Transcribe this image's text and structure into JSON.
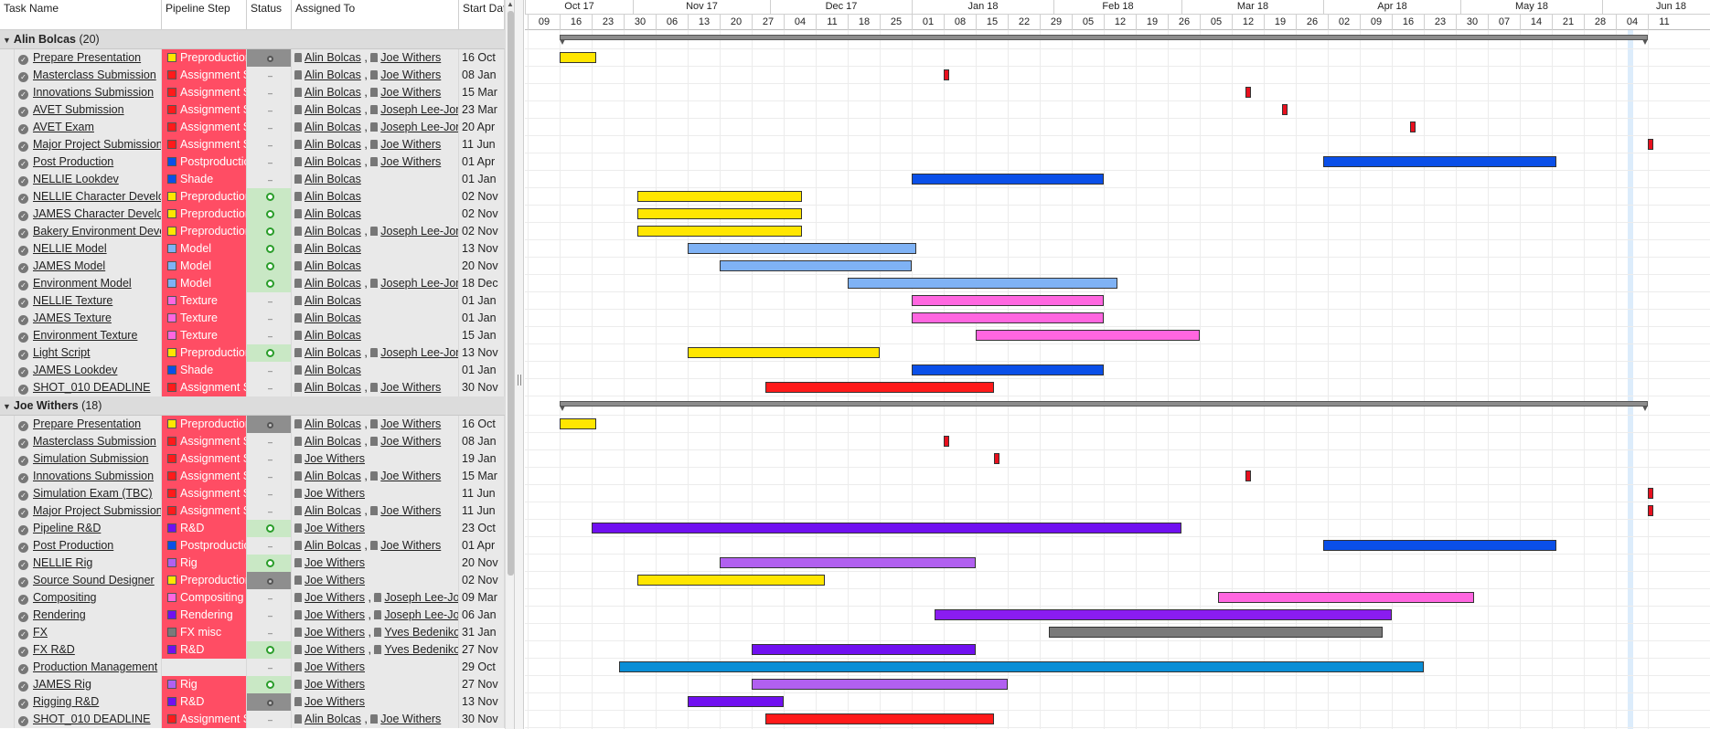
{
  "columns": {
    "task": "Task Name",
    "step": "Pipeline Step",
    "status": "Status",
    "assigned": "Assigned To",
    "start": "Start Date"
  },
  "timeline": {
    "months": [
      "Oct 17",
      "Nov 17",
      "Dec 17",
      "Jan 18",
      "Feb 18",
      "Mar 18",
      "Apr 18",
      "May 18",
      "Jun 18"
    ],
    "weeks": [
      "09",
      "16",
      "23",
      "30",
      "06",
      "13",
      "20",
      "27",
      "04",
      "11",
      "18",
      "25",
      "01",
      "08",
      "15",
      "22",
      "29",
      "05",
      "12",
      "19",
      "26",
      "05",
      "12",
      "19",
      "26",
      "02",
      "09",
      "16",
      "23",
      "30",
      "07",
      "14",
      "21",
      "28",
      "04",
      "11"
    ],
    "first_week_start": "2017-10-09",
    "today": "2018-06-07"
  },
  "groups": [
    {
      "name": "Alin Bolcas",
      "count": "(20)",
      "summary": {
        "start": "2017-10-16",
        "end": "2018-06-11"
      },
      "tasks": [
        {
          "name": "Prepare Presentation",
          "step": "Preproduction",
          "sw": "#ffe600",
          "status": "hold",
          "assigned": [
            "Alin Bolcas",
            "Joe Withers"
          ],
          "start": "16 Oct",
          "bar": [
            "2017-10-16",
            "2017-10-24"
          ],
          "color": "#ffe600"
        },
        {
          "name": "Masterclass Submission",
          "step": "Assignment Submission",
          "sw": "#ff1a1a",
          "status": "na",
          "assigned": [
            "Alin Bolcas",
            "Joe Withers"
          ],
          "start": "08 Jan",
          "bar": [
            "2018-01-08",
            "2018-01-09"
          ],
          "color": "#e8101e"
        },
        {
          "name": "Innovations Submission",
          "step": "Assignment Submission",
          "sw": "#ff1a1a",
          "status": "na",
          "assigned": [
            "Alin Bolcas",
            "Joe Withers"
          ],
          "start": "15 Mar",
          "bar": [
            "2018-03-15",
            "2018-03-16"
          ],
          "color": "#e8101e"
        },
        {
          "name": "AVET Submission",
          "step": "Assignment Submission",
          "sw": "#ff1a1a",
          "status": "na",
          "assigned": [
            "Alin Bolcas",
            "Joseph Lee-Jones"
          ],
          "start": "23 Mar",
          "bar": [
            "2018-03-23",
            "2018-03-24"
          ],
          "color": "#e8101e"
        },
        {
          "name": "AVET Exam",
          "step": "Assignment Submission",
          "sw": "#ff1a1a",
          "status": "na",
          "assigned": [
            "Alin Bolcas",
            "Joseph Lee-Jones"
          ],
          "start": "20 Apr",
          "bar": [
            "2018-04-20",
            "2018-04-21"
          ],
          "color": "#e8101e"
        },
        {
          "name": "Major Project Submission",
          "step": "Assignment Submission",
          "sw": "#ff1a1a",
          "status": "na",
          "assigned": [
            "Alin Bolcas",
            "Joe Withers"
          ],
          "start": "11 Jun",
          "bar": [
            "2018-06-11",
            "2018-06-12"
          ],
          "color": "#e8101e"
        },
        {
          "name": "Post Production",
          "step": "Postproduction",
          "sw": "#0a4fe8",
          "status": "na",
          "assigned": [
            "Alin Bolcas",
            "Joe Withers"
          ],
          "start": "01 Apr",
          "bar": [
            "2018-04-01",
            "2018-05-22"
          ],
          "color": "#0a4fe8"
        },
        {
          "name": "NELLIE Lookdev",
          "step": "Shade",
          "sw": "#0a4fe8",
          "status": "na",
          "assigned": [
            "Alin Bolcas"
          ],
          "start": "01 Jan",
          "bar": [
            "2018-01-01",
            "2018-02-12"
          ],
          "color": "#0a4fe8"
        },
        {
          "name": "NELLIE Character Development",
          "step": "Preproduction",
          "sw": "#ffe600",
          "status": "ip",
          "assigned": [
            "Alin Bolcas"
          ],
          "start": "02 Nov",
          "bar": [
            "2017-11-02",
            "2017-12-08"
          ],
          "color": "#ffe600"
        },
        {
          "name": "JAMES Character Development",
          "step": "Preproduction",
          "sw": "#ffe600",
          "status": "ip",
          "assigned": [
            "Alin Bolcas"
          ],
          "start": "02 Nov",
          "bar": [
            "2017-11-02",
            "2017-12-08"
          ],
          "color": "#ffe600"
        },
        {
          "name": "Bakery Environment Development",
          "step": "Preproduction",
          "sw": "#ffe600",
          "status": "ip",
          "assigned": [
            "Alin Bolcas",
            "Joseph Lee-Jones"
          ],
          "start": "02 Nov",
          "bar": [
            "2017-11-02",
            "2017-12-08"
          ],
          "color": "#ffe600"
        },
        {
          "name": "NELLIE Model",
          "step": "Model",
          "sw": "#7fb2f5",
          "status": "ip",
          "assigned": [
            "Alin Bolcas"
          ],
          "start": "13 Nov",
          "bar": [
            "2017-11-13",
            "2018-01-02"
          ],
          "color": "#7fb2f5"
        },
        {
          "name": "JAMES Model",
          "step": "Model",
          "sw": "#7fb2f5",
          "status": "ip",
          "assigned": [
            "Alin Bolcas"
          ],
          "start": "20 Nov",
          "bar": [
            "2017-11-20",
            "2018-01-01"
          ],
          "color": "#7fb2f5"
        },
        {
          "name": "Environment Model",
          "step": "Model",
          "sw": "#7fb2f5",
          "status": "ip",
          "assigned": [
            "Alin Bolcas",
            "Joseph Lee-Jones"
          ],
          "start": "18 Dec",
          "bar": [
            "2017-12-18",
            "2018-02-15"
          ],
          "color": "#7fb2f5"
        },
        {
          "name": "NELLIE Texture",
          "step": "Texture",
          "sw": "#ff66e0",
          "status": "na",
          "assigned": [
            "Alin Bolcas"
          ],
          "start": "01 Jan",
          "bar": [
            "2018-01-01",
            "2018-02-12"
          ],
          "color": "#ff66e0"
        },
        {
          "name": "JAMES Texture",
          "step": "Texture",
          "sw": "#ff66e0",
          "status": "na",
          "assigned": [
            "Alin Bolcas"
          ],
          "start": "01 Jan",
          "bar": [
            "2018-01-01",
            "2018-02-12"
          ],
          "color": "#ff66e0"
        },
        {
          "name": "Environment Texture",
          "step": "Texture",
          "sw": "#ff66e0",
          "status": "na",
          "assigned": [
            "Alin Bolcas"
          ],
          "start": "15 Jan",
          "bar": [
            "2018-01-15",
            "2018-03-05"
          ],
          "color": "#ff66e0"
        },
        {
          "name": "Light Script",
          "step": "Preproduction",
          "sw": "#ffe600",
          "status": "ip",
          "assigned": [
            "Alin Bolcas",
            "Joseph Lee-Jones"
          ],
          "start": "13 Nov",
          "bar": [
            "2017-11-13",
            "2017-12-25"
          ],
          "color": "#ffe600"
        },
        {
          "name": "JAMES Lookdev",
          "step": "Shade",
          "sw": "#0a4fe8",
          "status": "na",
          "assigned": [
            "Alin Bolcas"
          ],
          "start": "01 Jan",
          "bar": [
            "2018-01-01",
            "2018-02-12"
          ],
          "color": "#0a4fe8"
        },
        {
          "name": "SHOT_010 DEADLINE",
          "step": "Assignment Submission",
          "sw": "#ff1a1a",
          "status": "na",
          "assigned": [
            "Alin Bolcas",
            "Joe Withers"
          ],
          "start": "30 Nov",
          "bar": [
            "2017-11-30",
            "2018-01-19"
          ],
          "color": "#ff1a1a"
        }
      ]
    },
    {
      "name": "Joe Withers",
      "count": "(18)",
      "summary": {
        "start": "2017-10-16",
        "end": "2018-06-11"
      },
      "tasks": [
        {
          "name": "Prepare Presentation",
          "step": "Preproduction",
          "sw": "#ffe600",
          "status": "hold",
          "assigned": [
            "Alin Bolcas",
            "Joe Withers"
          ],
          "start": "16 Oct",
          "bar": [
            "2017-10-16",
            "2017-10-24"
          ],
          "color": "#ffe600"
        },
        {
          "name": "Masterclass Submission",
          "step": "Assignment Submission",
          "sw": "#ff1a1a",
          "status": "na",
          "assigned": [
            "Alin Bolcas",
            "Joe Withers"
          ],
          "start": "08 Jan",
          "bar": [
            "2018-01-08",
            "2018-01-09"
          ],
          "color": "#e8101e"
        },
        {
          "name": "Simulation Submission",
          "step": "Assignment Submission",
          "sw": "#ff1a1a",
          "status": "na",
          "assigned": [
            "Joe Withers"
          ],
          "start": "19 Jan",
          "bar": [
            "2018-01-19",
            "2018-01-20"
          ],
          "color": "#e8101e"
        },
        {
          "name": "Innovations Submission",
          "step": "Assignment Submission",
          "sw": "#ff1a1a",
          "status": "na",
          "assigned": [
            "Alin Bolcas",
            "Joe Withers"
          ],
          "start": "15 Mar",
          "bar": [
            "2018-03-15",
            "2018-03-16"
          ],
          "color": "#e8101e"
        },
        {
          "name": "Simulation Exam (TBC)",
          "step": "Assignment Submission",
          "sw": "#ff1a1a",
          "status": "na",
          "assigned": [
            "Joe Withers"
          ],
          "start": "11 Jun",
          "bar": [
            "2018-06-11",
            "2018-06-12"
          ],
          "color": "#e8101e"
        },
        {
          "name": "Major Project Submission",
          "step": "Assignment Submission",
          "sw": "#ff1a1a",
          "status": "na",
          "assigned": [
            "Alin Bolcas",
            "Joe Withers"
          ],
          "start": "11 Jun",
          "bar": [
            "2018-06-11",
            "2018-06-12"
          ],
          "color": "#e8101e"
        },
        {
          "name": "Pipeline R&D",
          "step": "R&D",
          "sw": "#7010f0",
          "status": "ip",
          "assigned": [
            "Joe Withers"
          ],
          "start": "23 Oct",
          "bar": [
            "2017-10-23",
            "2018-03-01"
          ],
          "color": "#7010f0"
        },
        {
          "name": "Post Production",
          "step": "Postproduction",
          "sw": "#0a4fe8",
          "status": "na",
          "assigned": [
            "Alin Bolcas",
            "Joe Withers"
          ],
          "start": "01 Apr",
          "bar": [
            "2018-04-01",
            "2018-05-22"
          ],
          "color": "#0a4fe8"
        },
        {
          "name": "NELLIE Rig",
          "step": "Rig",
          "sw": "#b160f0",
          "status": "ip",
          "assigned": [
            "Joe Withers"
          ],
          "start": "20 Nov",
          "bar": [
            "2017-11-20",
            "2018-01-15"
          ],
          "color": "#b160f0"
        },
        {
          "name": "Source Sound Designer",
          "step": "Preproduction",
          "sw": "#ffe600",
          "status": "hold",
          "assigned": [
            "Joe Withers"
          ],
          "start": "02 Nov",
          "bar": [
            "2017-11-02",
            "2017-12-13"
          ],
          "color": "#ffe600"
        },
        {
          "name": "Compositing",
          "step": "Compositing",
          "sw": "#ff66e0",
          "status": "na",
          "assigned": [
            "Joe Withers",
            "Joseph Lee-Jones"
          ],
          "start": "09 Mar",
          "bar": [
            "2018-03-09",
            "2018-05-04"
          ],
          "color": "#ff66e0"
        },
        {
          "name": "Rendering",
          "step": "Rendering",
          "sw": "#7010f0",
          "status": "na",
          "assigned": [
            "Joe Withers",
            "Joseph Lee-Jones"
          ],
          "start": "06 Jan",
          "bar": [
            "2018-01-06",
            "2018-04-16"
          ],
          "color": "#8a1cf0"
        },
        {
          "name": "FX",
          "step": "FX misc",
          "sw": "#7a7a7a",
          "status": "na",
          "assigned": [
            "Joe Withers",
            "Yves Bedenikovic"
          ],
          "start": "31 Jan",
          "bar": [
            "2018-01-31",
            "2018-04-14"
          ],
          "color": "#7a7a7a"
        },
        {
          "name": "FX R&D",
          "step": "R&D",
          "sw": "#7010f0",
          "status": "ip",
          "assigned": [
            "Joe Withers",
            "Yves Bedenikovic"
          ],
          "start": "27 Nov",
          "bar": [
            "2017-11-27",
            "2018-01-15"
          ],
          "color": "#7010f0"
        },
        {
          "name": "Production Management",
          "step": "",
          "sw": "",
          "status": "na",
          "assigned": [
            "Joe Withers"
          ],
          "start": "29 Oct",
          "bar": [
            "2017-10-29",
            "2018-04-23"
          ],
          "color": "#0a8ed6"
        },
        {
          "name": "JAMES Rig",
          "step": "Rig",
          "sw": "#b160f0",
          "status": "ip",
          "assigned": [
            "Joe Withers"
          ],
          "start": "27 Nov",
          "bar": [
            "2017-11-27",
            "2018-01-22"
          ],
          "color": "#b160f0"
        },
        {
          "name": "Rigging R&D",
          "step": "R&D",
          "sw": "#7010f0",
          "status": "hold",
          "assigned": [
            "Joe Withers"
          ],
          "start": "13 Nov",
          "bar": [
            "2017-11-13",
            "2017-12-04"
          ],
          "color": "#7010f0"
        },
        {
          "name": "SHOT_010 DEADLINE",
          "step": "Assignment Submission",
          "sw": "#ff1a1a",
          "status": "na",
          "assigned": [
            "Alin Bolcas",
            "Joe Withers"
          ],
          "start": "30 Nov",
          "bar": [
            "2017-11-30",
            "2018-01-19"
          ],
          "color": "#ff1a1a"
        }
      ]
    }
  ]
}
